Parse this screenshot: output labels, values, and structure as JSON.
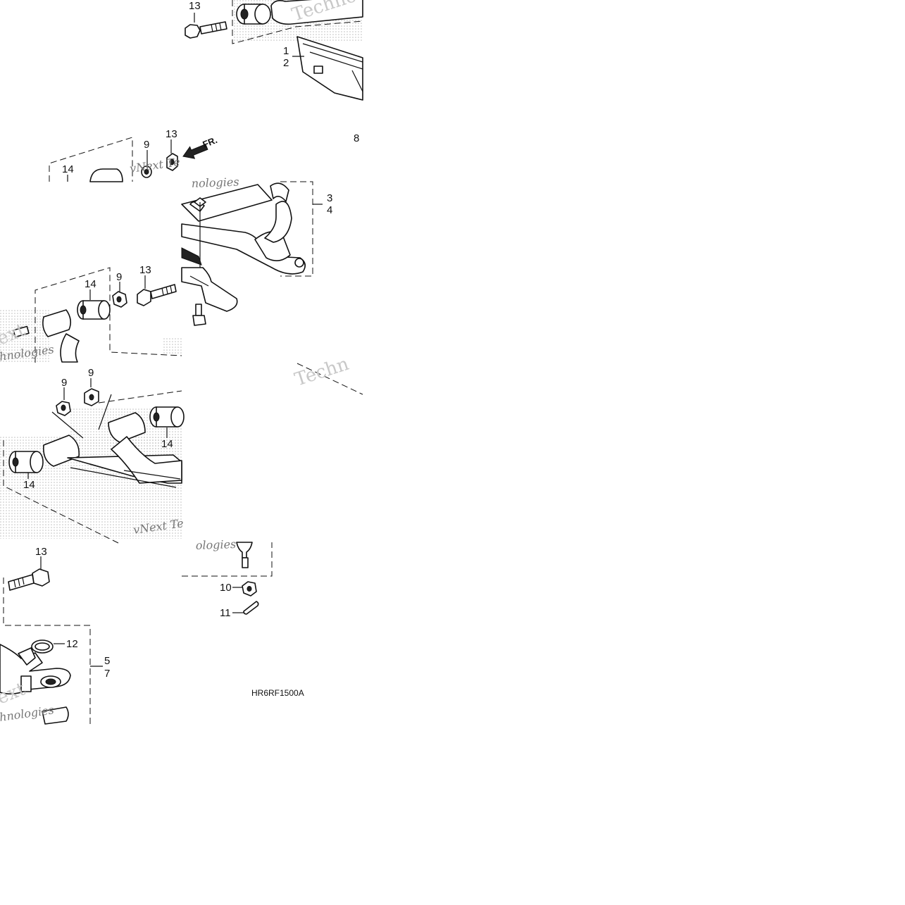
{
  "diagram": {
    "drawing_code": "HR6RF1500A",
    "direction_label": "FR.",
    "callouts": {
      "c_13_top": "13",
      "c_1": "1",
      "c_2": "2",
      "c_8": "8",
      "c_9_a": "9",
      "c_13_b": "13",
      "c_14_a": "14",
      "c_3": "3",
      "c_4": "4",
      "c_9_b": "9",
      "c_13_c": "13",
      "c_14_b": "14",
      "c_9_c": "9",
      "c_9_d": "9",
      "c_14_c": "14",
      "c_14_d": "14",
      "c_13_d": "13",
      "c_10": "10",
      "c_11": "11",
      "c_12": "12",
      "c_5": "5",
      "c_7": "7"
    },
    "watermarks": {
      "w1": "Techno",
      "w2": "vNext Te",
      "w3": "nologies",
      "w4": "ext",
      "w5": "hnologies",
      "w6": "Techn",
      "w7": "vNext Te",
      "w8": "ologies",
      "w9": "ext",
      "w10": "hnologies"
    }
  }
}
